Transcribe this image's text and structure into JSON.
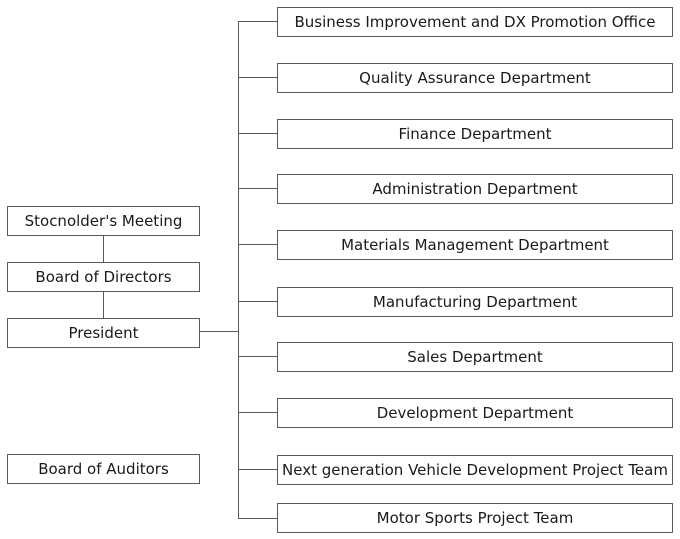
{
  "left_column": {
    "shareholders": "Stocnolder's Meeting",
    "board_of_directors": "Board of Directors",
    "president": "President",
    "board_of_auditors": "Board of Auditors"
  },
  "departments": [
    "Business Improvement and DX Promotion Office",
    "Quality Assurance Department",
    "Finance Department",
    "Administration Department",
    "Materials Management Department",
    "Manufacturing Department",
    "Sales Department",
    "Development Department",
    "Next generation Vehicle Development Project Team",
    "Motor Sports Project Team"
  ]
}
